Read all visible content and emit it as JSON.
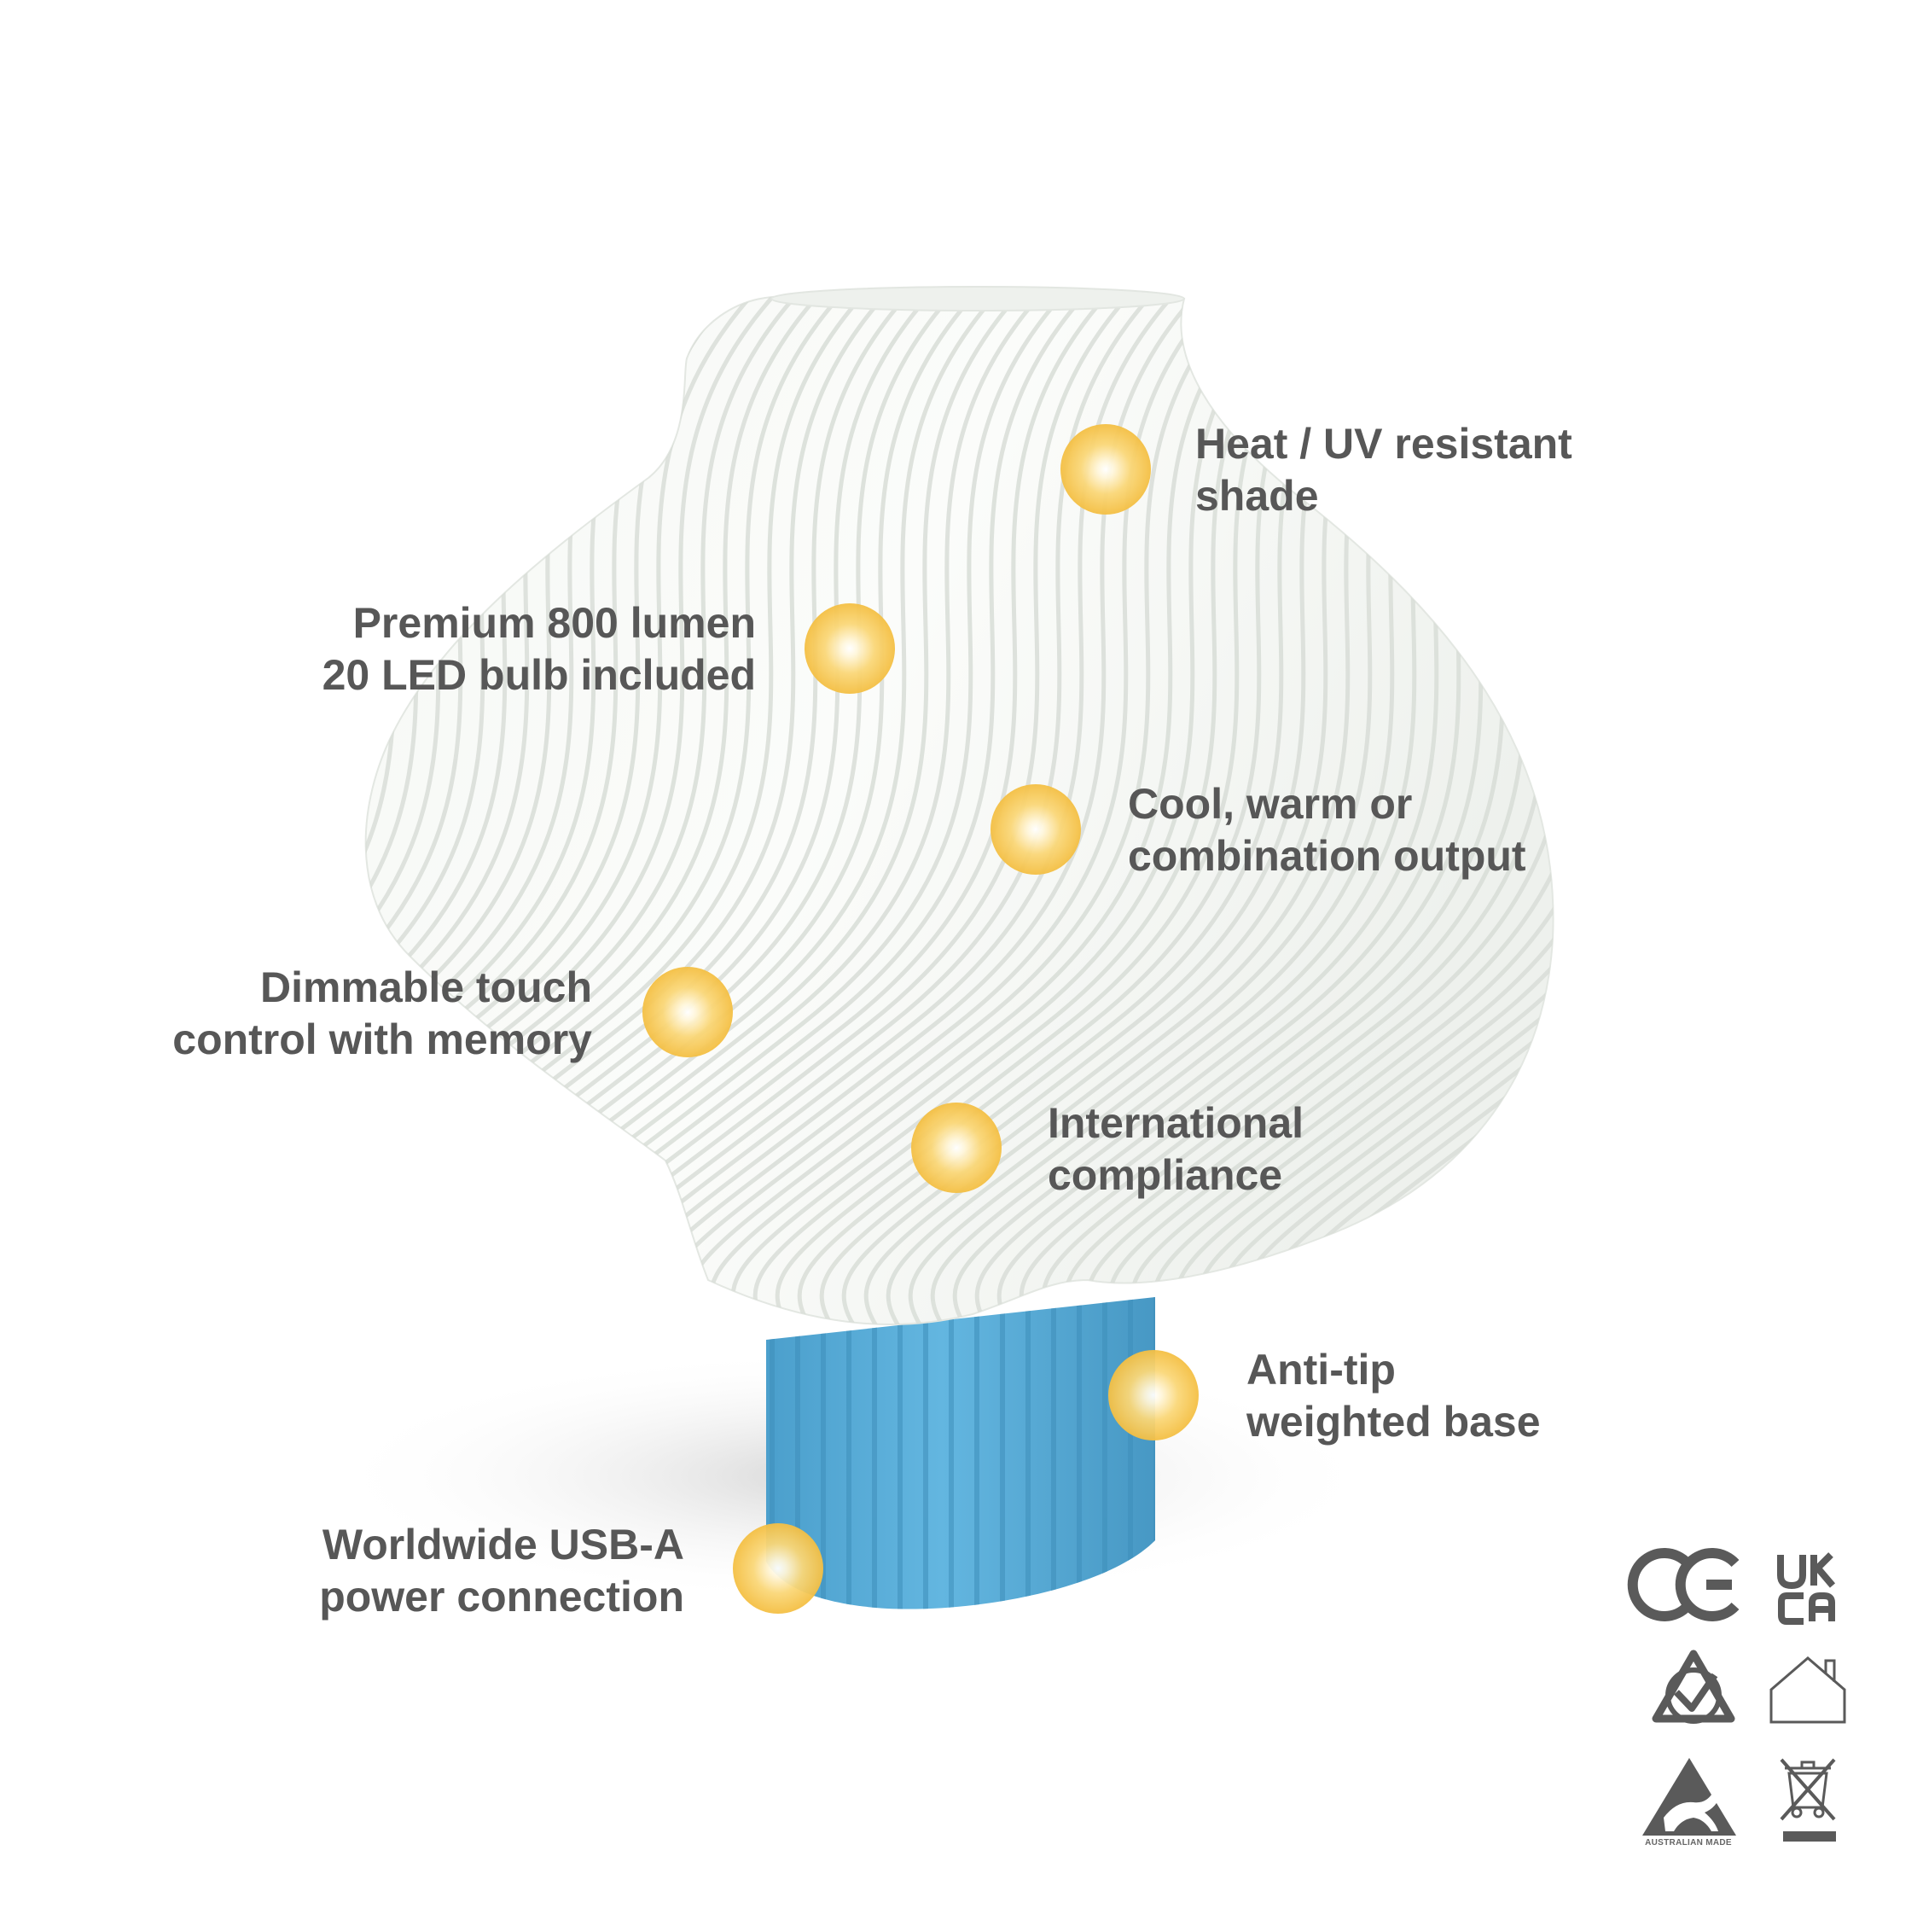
{
  "product": {
    "shade_color": "#f5f7f4",
    "base_color": "#5aaed9",
    "dot_color": "#f7c84f"
  },
  "features": [
    {
      "line1": "Heat / UV resistant",
      "line2": "shade"
    },
    {
      "line1": "Premium 800 lumen",
      "line2": "20 LED bulb included"
    },
    {
      "line1": "Cool, warm or",
      "line2": "combination output"
    },
    {
      "line1": "Dimmable touch",
      "line2": "control with memory"
    },
    {
      "line1": "International",
      "line2": "compliance"
    },
    {
      "line1": "Anti-tip",
      "line2": "weighted base"
    },
    {
      "line1": "Worldwide USB-A",
      "line2": "power connection"
    }
  ],
  "certifications": {
    "ce": "CE",
    "ukca_top": "UK",
    "ukca_bottom": "CA",
    "australian_made": "AUSTRALIAN MADE",
    "icons": [
      "ce-mark-icon",
      "ukca-mark-icon",
      "rcm-mark-icon",
      "indoor-use-icon",
      "australian-made-icon",
      "weee-bin-icon"
    ]
  }
}
